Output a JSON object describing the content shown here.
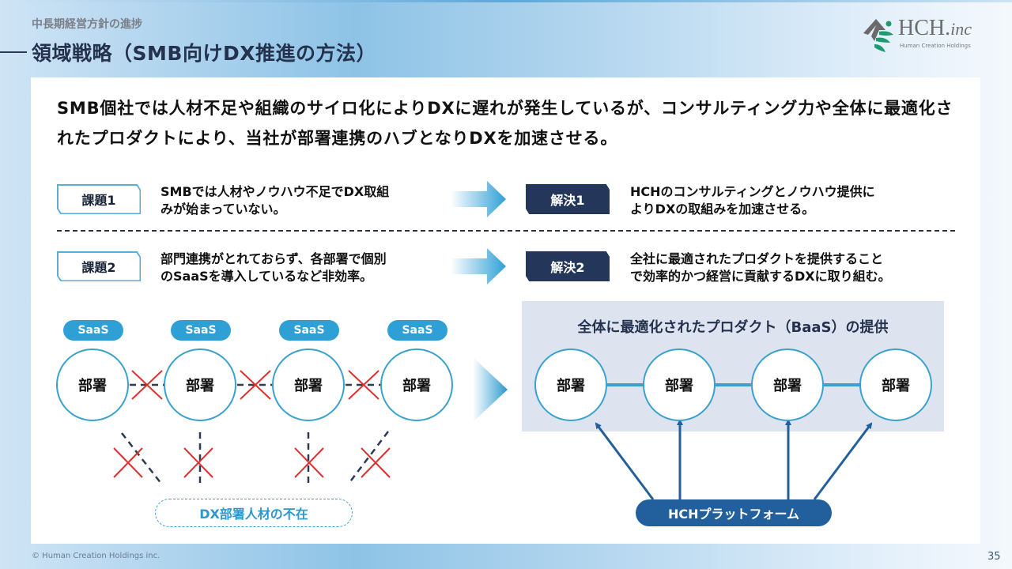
{
  "header": {
    "subtitle": "中長期経営方針の進捗",
    "title": "領域戦略（SMB向けDX推進の方法）"
  },
  "logo": {
    "name": "HCH.",
    "name_suffix": "inc",
    "tagline": "Human Creation Holdings",
    "icon": "hch-leaf-logo-icon"
  },
  "lead": "SMB個社では人材不足や組織のサイロ化によりDXに遅れが発生しているが、コンサルティング力や全体に最適化されたプロダクトにより、当社が部署連携のハブとなりDXを加速させる。",
  "rows": [
    {
      "issue_label": "課題1",
      "issue_lines": [
        "SMBでは人材やノウハウ不足でDX取組",
        "みが始まっていない。"
      ],
      "solution_label": "解決1",
      "solution_lines": [
        "HCHのコンサルティングとノウハウ提供に",
        "よりDXの取組みを加速させる。"
      ]
    },
    {
      "issue_label": "課題2",
      "issue_lines": [
        "部門連携がとれておらず、各部署で個別",
        "のSaaSを導入しているなど非効率。"
      ],
      "solution_label": "解決2",
      "solution_lines": [
        "全社に最適されたプロダクトを提供すること",
        "で効率的かつ経営に貢献するDXに取り組む。"
      ]
    }
  ],
  "before": {
    "saas_labels": [
      "SaaS",
      "SaaS",
      "SaaS",
      "SaaS"
    ],
    "departments": [
      "部署",
      "部署",
      "部署",
      "部署"
    ],
    "missing_label": "DX部署人材の不在"
  },
  "after": {
    "panel_title": "全体に最適化されたプロダクト（BaaS）の提供",
    "departments": [
      "部署",
      "部署",
      "部署",
      "部署"
    ],
    "platform_label": "HCHプラットフォーム"
  },
  "footer": {
    "copyright": "© Human Creation Holdings inc.",
    "page_number": "35"
  },
  "colors": {
    "navy": "#24365a",
    "accent_blue": "#2fa0d6",
    "platform_blue": "#21609c",
    "cross_red": "#e03030",
    "panel_bg": "#dde4f0"
  }
}
